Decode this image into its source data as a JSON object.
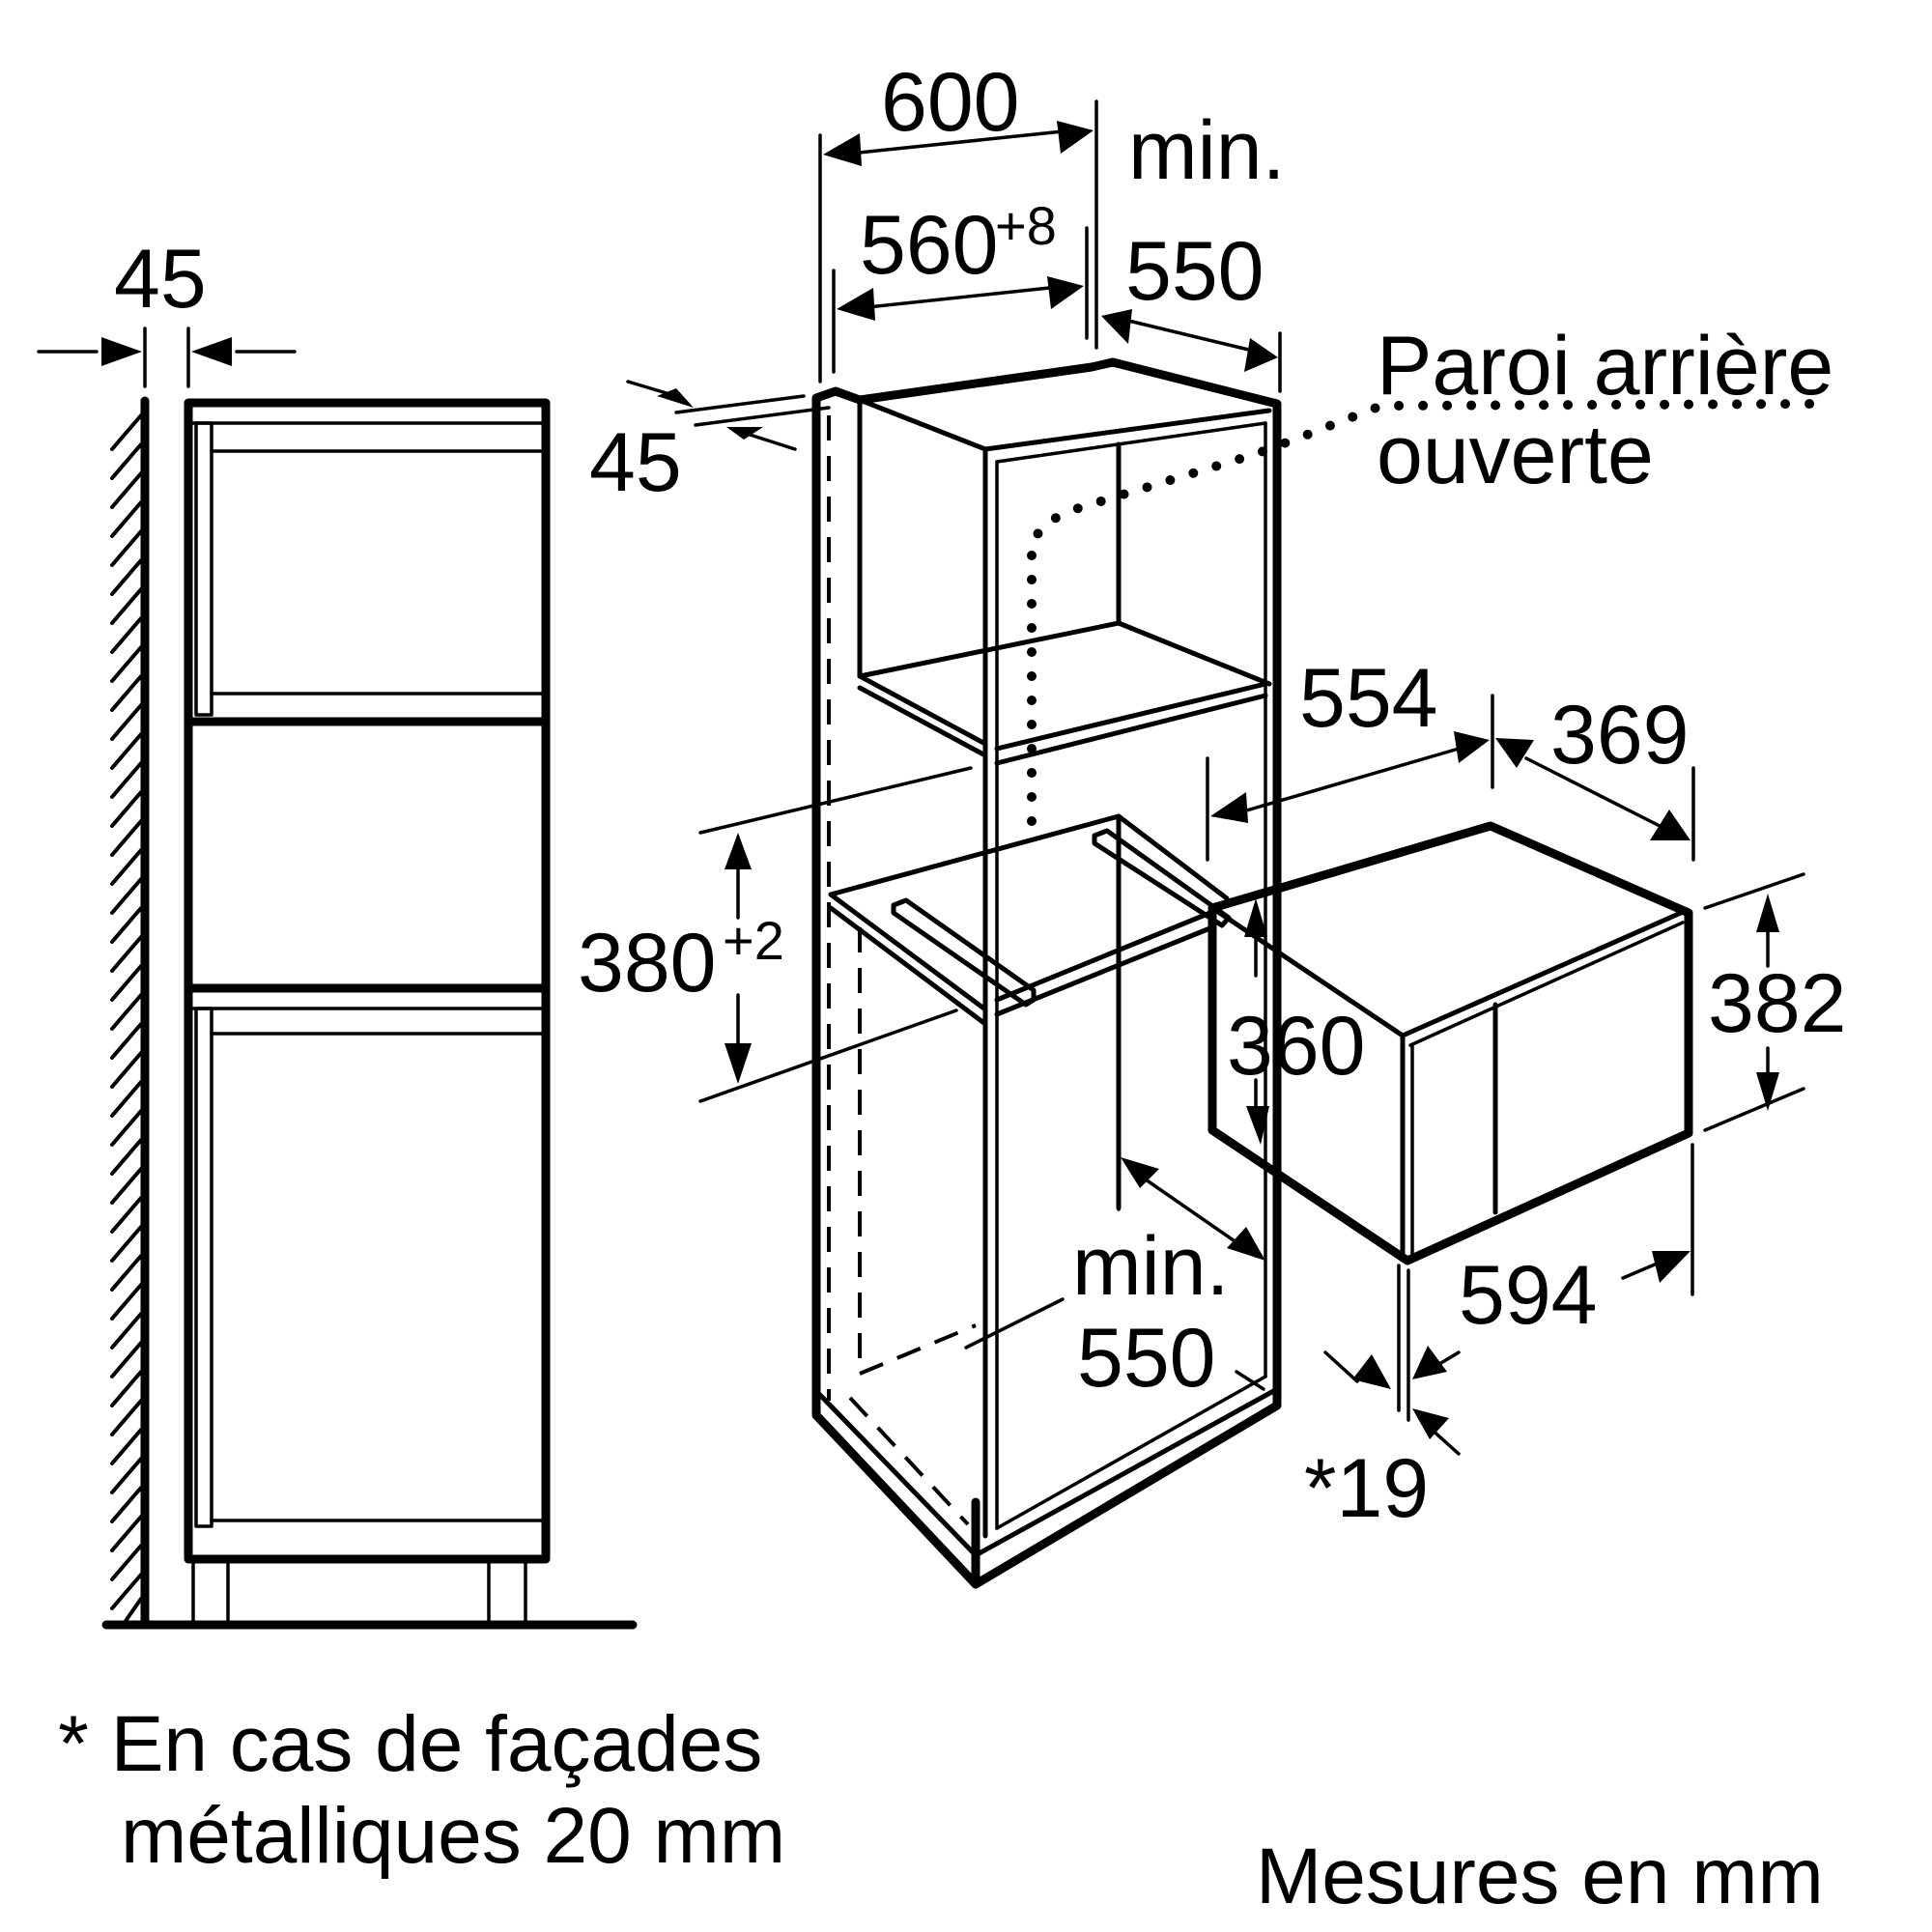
{
  "diagram": {
    "title": "Installation diagram – built-in microwave in tall cabinet",
    "colors": {
      "ink": "#000000",
      "background": "#ffffff"
    },
    "side_view": {
      "gap_to_wall": "45"
    },
    "iso_view": {
      "cabinet_width": "600",
      "niche_width_base": "560",
      "niche_width_tolerance": "+8",
      "depth_top_prefix": "min.",
      "depth_top_value": "550",
      "front_offset": "45",
      "rear_wall_label_line1": "Paroi arrière",
      "rear_wall_label_line2": "ouverte",
      "niche_height_base": "380",
      "niche_height_tolerance": "+2",
      "depth_bottom_prefix": "min.",
      "depth_bottom_value": "550"
    },
    "appliance": {
      "depth": "554",
      "side_depth": "369",
      "height_front": "382",
      "height_body": "360",
      "width": "594",
      "front_offset": "*19"
    },
    "footnote": {
      "line1": "* En cas de façades",
      "line2": "métalliques 20 mm"
    },
    "units_note": "Mesures en mm"
  }
}
